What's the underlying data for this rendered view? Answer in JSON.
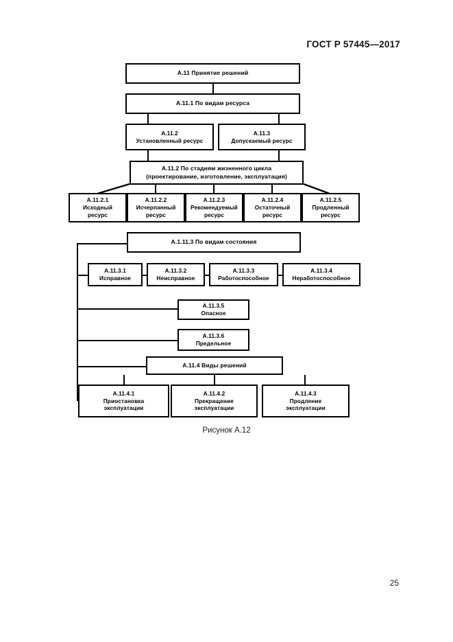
{
  "document": {
    "header": "ГОСТ Р 57445—2017",
    "page_number": "25",
    "figure_caption": "Рисунок А.12"
  },
  "diagram": {
    "title_node": {
      "label": "А.11 Принятие решений"
    },
    "by_resource_type": {
      "label": "А.11.1 По видам ресурса"
    },
    "resource_nodes": [
      {
        "label": "А.11.2\nУстановленный ресурс"
      },
      {
        "label": "А.11.3\nДопускаемый ресурс"
      }
    ],
    "lifecycle_stages": {
      "label": "А.11.2 По стадиям жизненного цикла\n(проектирование, изготовление, эксплуатация)"
    },
    "lifecycle_children": [
      {
        "label": "А.11.2.1\nИсходный\nресурс"
      },
      {
        "label": "А.11.2.2\nИсчерпанный\nресурс"
      },
      {
        "label": "А.11.2.3\nРекомендуемый\nресурс"
      },
      {
        "label": "А.11.2.4\nОстаточный\nресурс"
      },
      {
        "label": "А.11.2.5\nПродленный\nресурс"
      }
    ],
    "by_state_type": {
      "label": "А.1.11.3 По видам состояния"
    },
    "state_nodes_row": [
      {
        "label": "А.11.3.1\nИсправное"
      },
      {
        "label": "А.11.3.2\nНеисправное"
      },
      {
        "label": "А.11.3.3\nРаботоспособное"
      },
      {
        "label": "А.11.3.4\nНеработоспособное"
      }
    ],
    "state_nodes_extra": [
      {
        "label": "А.11.3.5\nОпасное"
      },
      {
        "label": "А.11.3.6\nПредельное"
      }
    ],
    "decision_types": {
      "label": "А.11.4 Виды решений"
    },
    "decision_children": [
      {
        "label": "А.11.4.1\nПриостановка\nэксплуатации"
      },
      {
        "label": "А.11.4.2\nПрекращение\nэксплуатации"
      },
      {
        "label": "А.11.4.3\nПродление\nэксплуатации"
      }
    ]
  },
  "colors": {
    "ink": "#000000",
    "paper": "#ffffff"
  }
}
